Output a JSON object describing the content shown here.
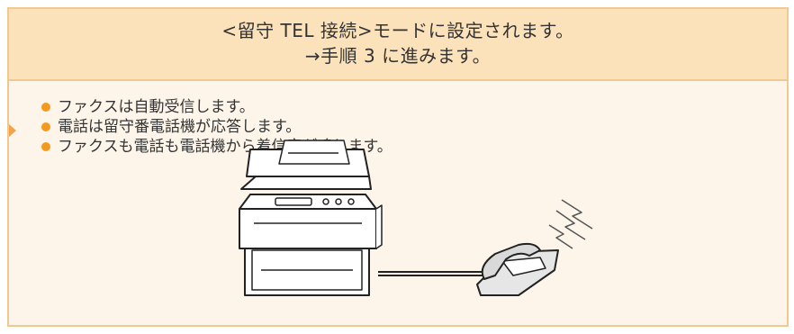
{
  "header": {
    "line1": "<留守 TEL 接続>モードに設定されます。",
    "line2": "→手順 3 に進みます。"
  },
  "bullets": [
    "ファクスは自動受信します。",
    "電話は留守番電話機が応答します。",
    "ファクスも電話も電話機から着信音が鳴ります。"
  ],
  "colors": {
    "panel_bg": "#fdf5ea",
    "header_bg": "#fbe2bb",
    "border": "#f1c98e",
    "bullet": "#f39a1e"
  },
  "icons": [
    "fax-machine-icon",
    "telephone-icon",
    "ringing-lightning-icon"
  ]
}
